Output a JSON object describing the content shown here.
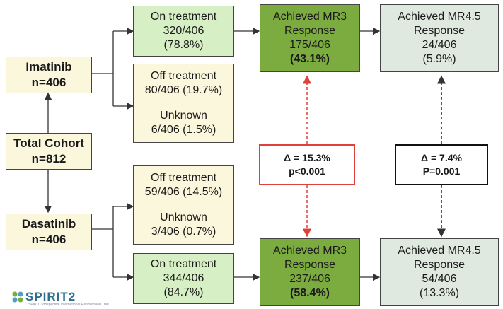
{
  "total": {
    "line1": "Total Cohort",
    "line2": "n=812"
  },
  "imatinib": {
    "line1": "Imatinib",
    "line2": "n=406"
  },
  "dasatinib": {
    "line1": "Dasatinib",
    "line2": "n=406"
  },
  "im_on": {
    "l1": "On treatment",
    "l2": "320/406",
    "l3": "(78.8%)"
  },
  "im_off": {
    "l1": "Off treatment",
    "l2": "80/406 (19.7%)",
    "l3": "Unknown",
    "l4": "6/406 (1.5%)"
  },
  "da_off": {
    "l1": "Off treatment",
    "l2": "59/406 (14.5%)",
    "l3": "Unknown",
    "l4": "3/406 (0.7%)"
  },
  "da_on": {
    "l1": "On treatment",
    "l2": "344/406",
    "l3": "(84.7%)"
  },
  "im_mr3": {
    "l1": "Achieved MR3",
    "l2": "Response",
    "l3": "175/406",
    "l4": "(43.1%)"
  },
  "da_mr3": {
    "l1": "Achieved MR3",
    "l2": "Response",
    "l3": "237/406",
    "l4": "(58.4%)"
  },
  "im_mr45": {
    "l1": "Achieved MR4.5",
    "l2": "Response",
    "l3": "24/406",
    "l4": "(5.9%)"
  },
  "da_mr45": {
    "l1": "Achieved MR4.5",
    "l2": "Response",
    "l3": "54/406",
    "l4": "(13.3%)"
  },
  "delta_mr3": {
    "l1": "Δ = 15.3%",
    "l2": "p<0.001"
  },
  "delta_mr45": {
    "l1": "Δ = 7.4%",
    "l2": "P=0.001"
  },
  "logo": {
    "name": "SPIRIT2",
    "sub": "SPIRIT: Prospective International Randomised Trial"
  },
  "colors": {
    "red": "#e0403a",
    "dark_green": "#7cab3f",
    "green": "#d7efc4",
    "cream": "#fbf7dc",
    "gray": "#dfe9e0"
  }
}
